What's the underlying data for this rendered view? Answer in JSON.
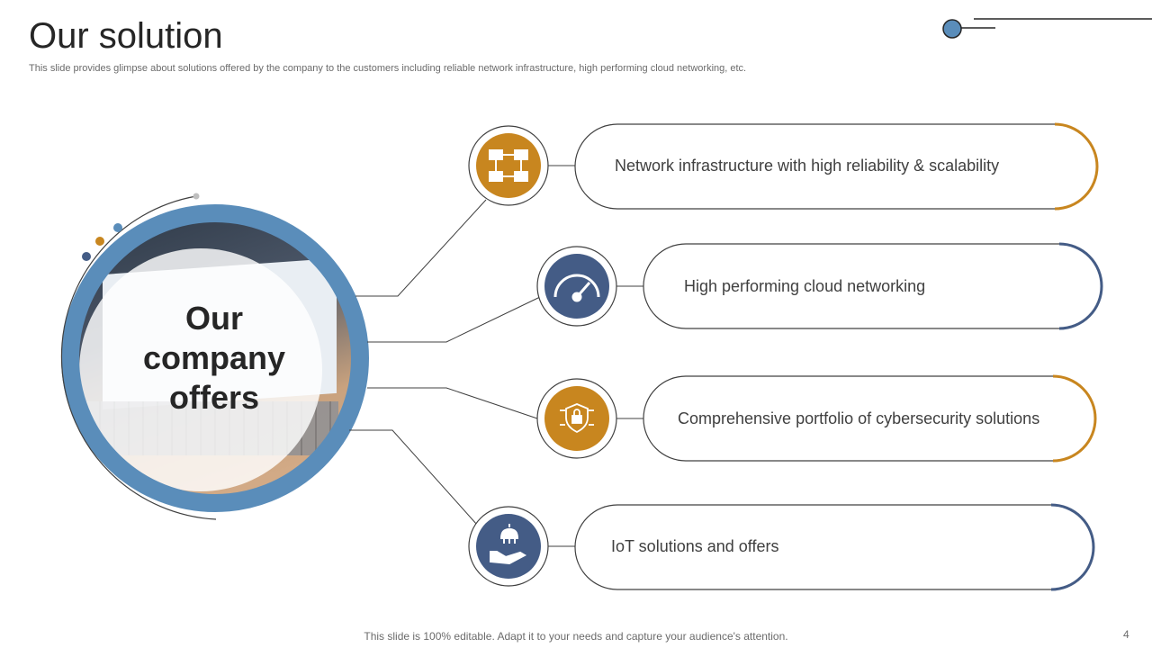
{
  "slide": {
    "title": "Our solution",
    "subtitle": "This slide provides glimpse about solutions offered by the company to the customers including reliable network infrastructure, high performing cloud networking, etc.",
    "center_label": [
      "Our",
      "company",
      "offers"
    ],
    "footer": "This slide is 100% editable. Adapt it to your needs and capture your audience's attention.",
    "page_number": "4"
  },
  "items": [
    {
      "text": "Network infrastructure with high reliability & scalability",
      "icon": "network-icon"
    },
    {
      "text": "High performing cloud networking",
      "icon": "speedometer-icon"
    },
    {
      "text": "Comprehensive portfolio of cybersecurity solutions",
      "icon": "shield-lock-icon"
    },
    {
      "text": "IoT solutions and offers",
      "icon": "iot-hand-icon"
    }
  ],
  "colors": {
    "orange": "#C8861F",
    "navy": "#445C86",
    "blue_ring": "#5A8DBA"
  }
}
